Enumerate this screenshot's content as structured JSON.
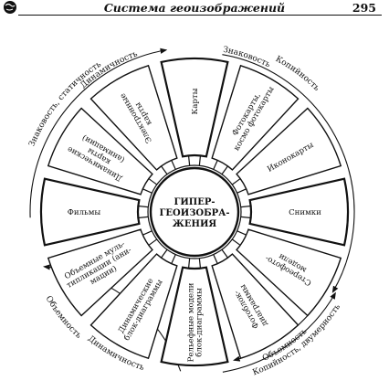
{
  "header": {
    "title": "Система геоизображений",
    "page_number": "295",
    "logo_icon": "globe-icon"
  },
  "hub": {
    "lines": [
      "ГИПЕР-",
      "ГЕОИЗОБРА-",
      "ЖЕНИЯ"
    ]
  },
  "spokes": [
    {
      "id": "karty",
      "lines": [
        "Карты"
      ]
    },
    {
      "id": "fotokarty",
      "lines": [
        "Фотокарты,",
        "космо фотокарты"
      ]
    },
    {
      "id": "ikonokarty",
      "lines": [
        "Иконокарты"
      ]
    },
    {
      "id": "snimki",
      "lines": [
        "Снимки"
      ]
    },
    {
      "id": "stereofotomodeli",
      "lines": [
        "Стереофото-",
        "модели"
      ]
    },
    {
      "id": "fotoblokdiagrammy",
      "lines": [
        "Фотоблок-",
        "диаграммы"
      ]
    },
    {
      "id": "relefnye",
      "lines": [
        "Рельефные модели",
        "блок-диаграммы"
      ]
    },
    {
      "id": "dinamicheskie-blok",
      "lines": [
        "Динамические",
        "блок-диаграммы"
      ]
    },
    {
      "id": "obemnye-multi",
      "lines": [
        "Объемные муль-",
        "типликации (ани-",
        "мации)"
      ]
    },
    {
      "id": "filmy",
      "lines": [
        "Фильмы"
      ]
    },
    {
      "id": "dinamicheskie-karty",
      "lines": [
        "Динамические",
        "карты",
        "(анимации)"
      ]
    },
    {
      "id": "elektronnye",
      "lines": [
        "Электронные",
        "карты"
      ]
    }
  ],
  "arc_labels": {
    "top_left": "Знаковость, статичность",
    "top_left_inner": "Динамичность",
    "top_right_outer": "Копийность",
    "top_right_inner": "Знаковость",
    "bottom_left_outer": "Объемность",
    "bottom_left_inner": "Динамичность",
    "bottom_right_outer": "Копийность, двумерность",
    "bottom_right_inner": "Объемность"
  }
}
